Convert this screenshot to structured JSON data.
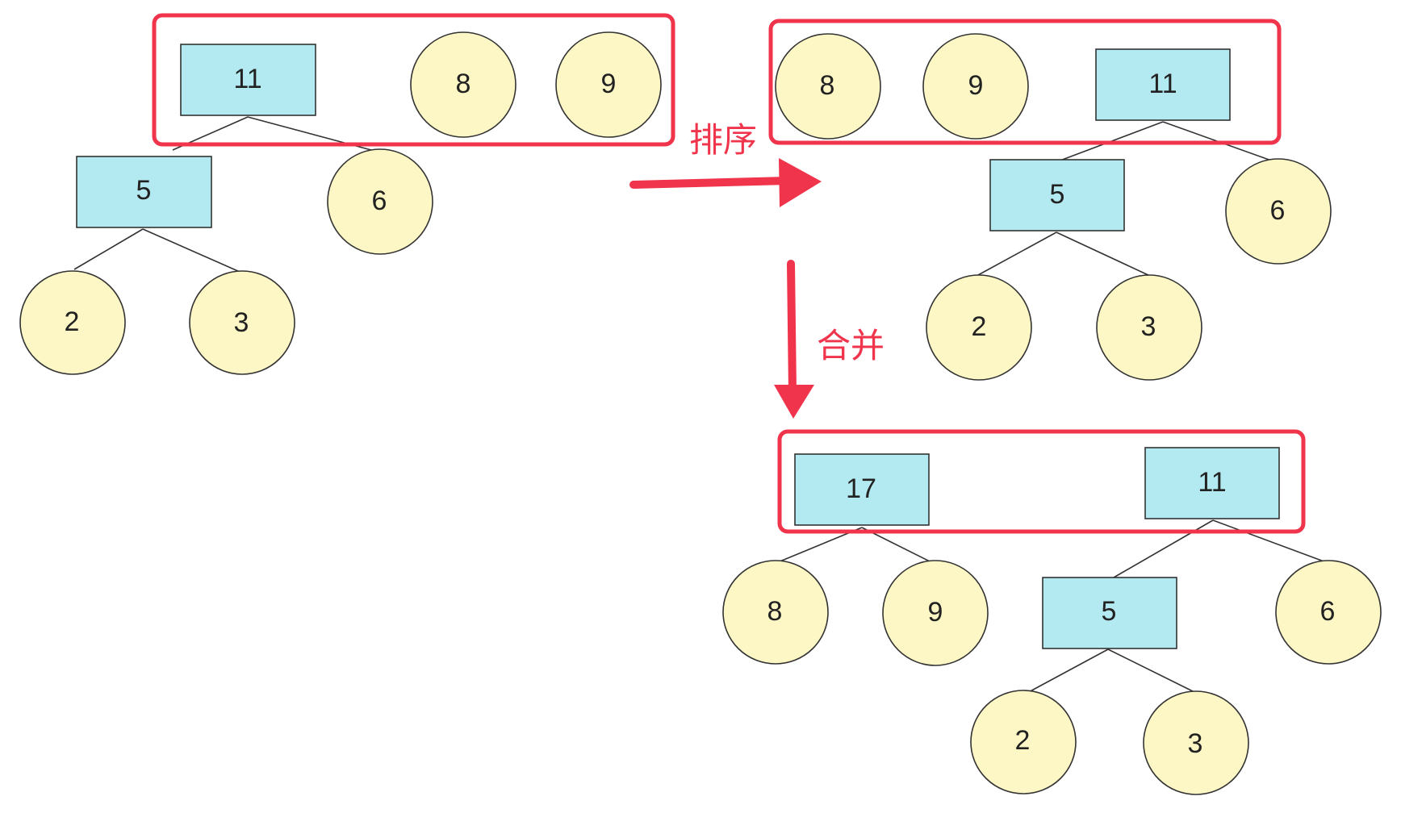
{
  "colors": {
    "square_fill": "#b3e9f0",
    "circle_fill": "#fdf7c6",
    "outline": "#333333",
    "highlight": "#f0344c"
  },
  "steps": {
    "sort": "排序",
    "merge": "合并"
  },
  "stage1": {
    "tree_root": "11",
    "tree_left": "5",
    "tree_right": "6",
    "tree_left_left": "2",
    "tree_left_right": "3",
    "leaf_a": "8",
    "leaf_b": "9"
  },
  "stage2": {
    "leaf_a": "8",
    "leaf_b": "9",
    "tree_root": "11",
    "tree_left": "5",
    "tree_right": "6",
    "tree_left_left": "2",
    "tree_left_right": "3"
  },
  "stage3": {
    "new_root": "17",
    "new_left": "8",
    "new_right": "9",
    "tree_root": "11",
    "tree_left": "5",
    "tree_right": "6",
    "tree_left_left": "2",
    "tree_left_right": "3"
  }
}
